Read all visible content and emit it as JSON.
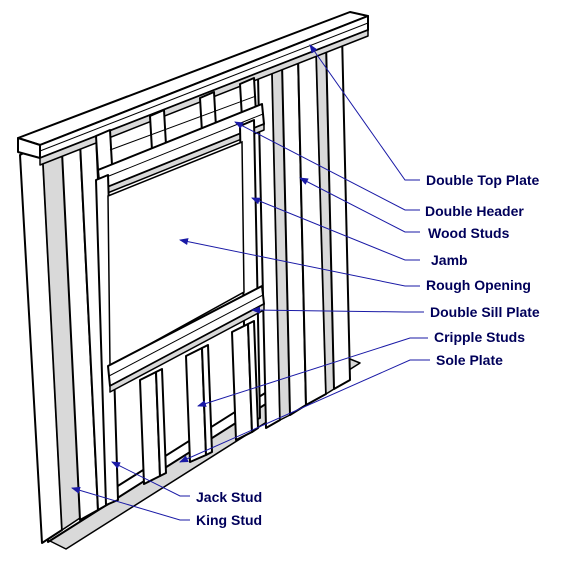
{
  "labels": {
    "double_top_plate": "Double Top Plate",
    "double_header": "Double Header",
    "wood_studs": "Wood Studs",
    "jamb": "Jamb",
    "rough_opening": "Rough Opening",
    "double_sill_plate": "Double Sill Plate",
    "cripple_studs": "Cripple Studs",
    "sole_plate": "Sole Plate",
    "jack_stud": "Jack Stud",
    "king_stud": "King Stud"
  },
  "colors": {
    "leader_line": "#1a1aa6",
    "label_text": "#00005a"
  }
}
